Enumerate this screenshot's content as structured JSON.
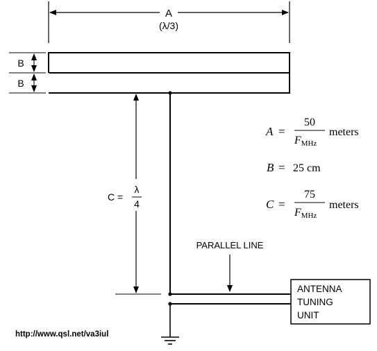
{
  "dimension_a": {
    "label": "A",
    "sublabel": "(λ/3)"
  },
  "dimension_b": {
    "label_top": "B",
    "label_bottom": "B"
  },
  "dimension_c": {
    "label_prefix": "C =",
    "fraction_num": "λ",
    "fraction_den": "4"
  },
  "feedline_label": "PARALLEL LINE",
  "tuner_box": {
    "line1": "ANTENNA",
    "line2": "TUNING",
    "line3": "UNIT"
  },
  "formulas": {
    "a": {
      "var": "A",
      "eq": "=",
      "num": "50",
      "den_main": "F",
      "den_sub": "MHz",
      "unit": "meters"
    },
    "b": {
      "var": "B",
      "eq": "=",
      "value": "25 cm"
    },
    "c": {
      "var": "C",
      "eq": "=",
      "num": "75",
      "den_main": "F",
      "den_sub": "MHz",
      "unit": "meters"
    }
  },
  "source_url": "http://www.qsl.net/va3iul",
  "icons": {
    "ground": "ground-icon",
    "arrowhead": "arrowhead-icon"
  },
  "colors": {
    "ink": "#000000",
    "background": "#ffffff"
  }
}
